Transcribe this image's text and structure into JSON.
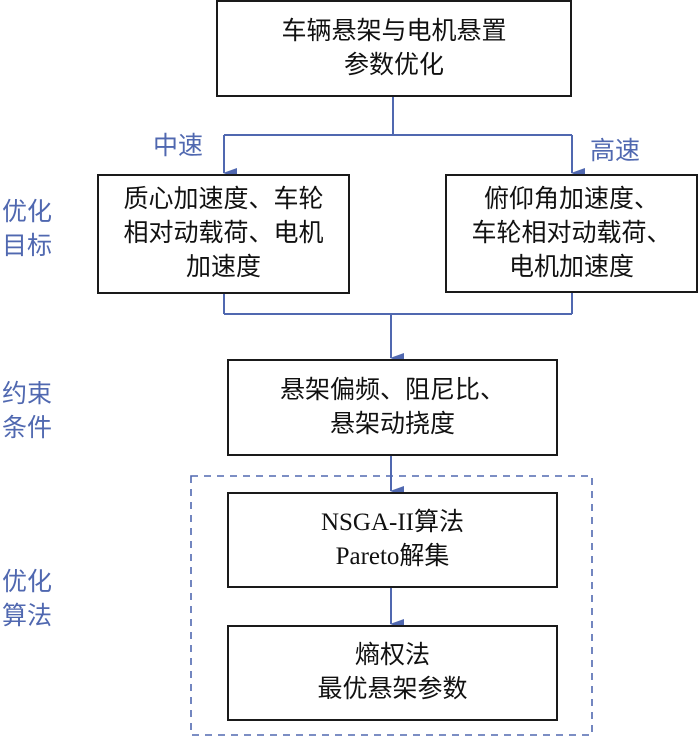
{
  "colors": {
    "accent": "#5068b0",
    "box_border": "#1a1a1a",
    "text": "#111111"
  },
  "nodes": {
    "root": {
      "lines": [
        "车辆悬架与电机悬置",
        "参数优化"
      ]
    },
    "medium_speed": {
      "lines": [
        "质心加速度、车轮",
        "相对动载荷、电机",
        "加速度"
      ]
    },
    "high_speed": {
      "lines": [
        "俯仰角加速度、",
        "车轮相对动载荷、",
        "电机加速度"
      ]
    },
    "constraints": {
      "lines": [
        "悬架偏频、阻尼比、",
        "悬架动挠度"
      ]
    },
    "nsga": {
      "lines": [
        "NSGA-II算法",
        "Pareto解集"
      ]
    },
    "entropy": {
      "lines": [
        "熵权法",
        "最优悬架参数"
      ]
    }
  },
  "branch_labels": {
    "medium": "中速",
    "high": "高速"
  },
  "side_labels": {
    "objectives": [
      "优化",
      "目标"
    ],
    "constraints": [
      "约束",
      "条件"
    ],
    "algorithm": [
      "优化",
      "算法"
    ]
  }
}
